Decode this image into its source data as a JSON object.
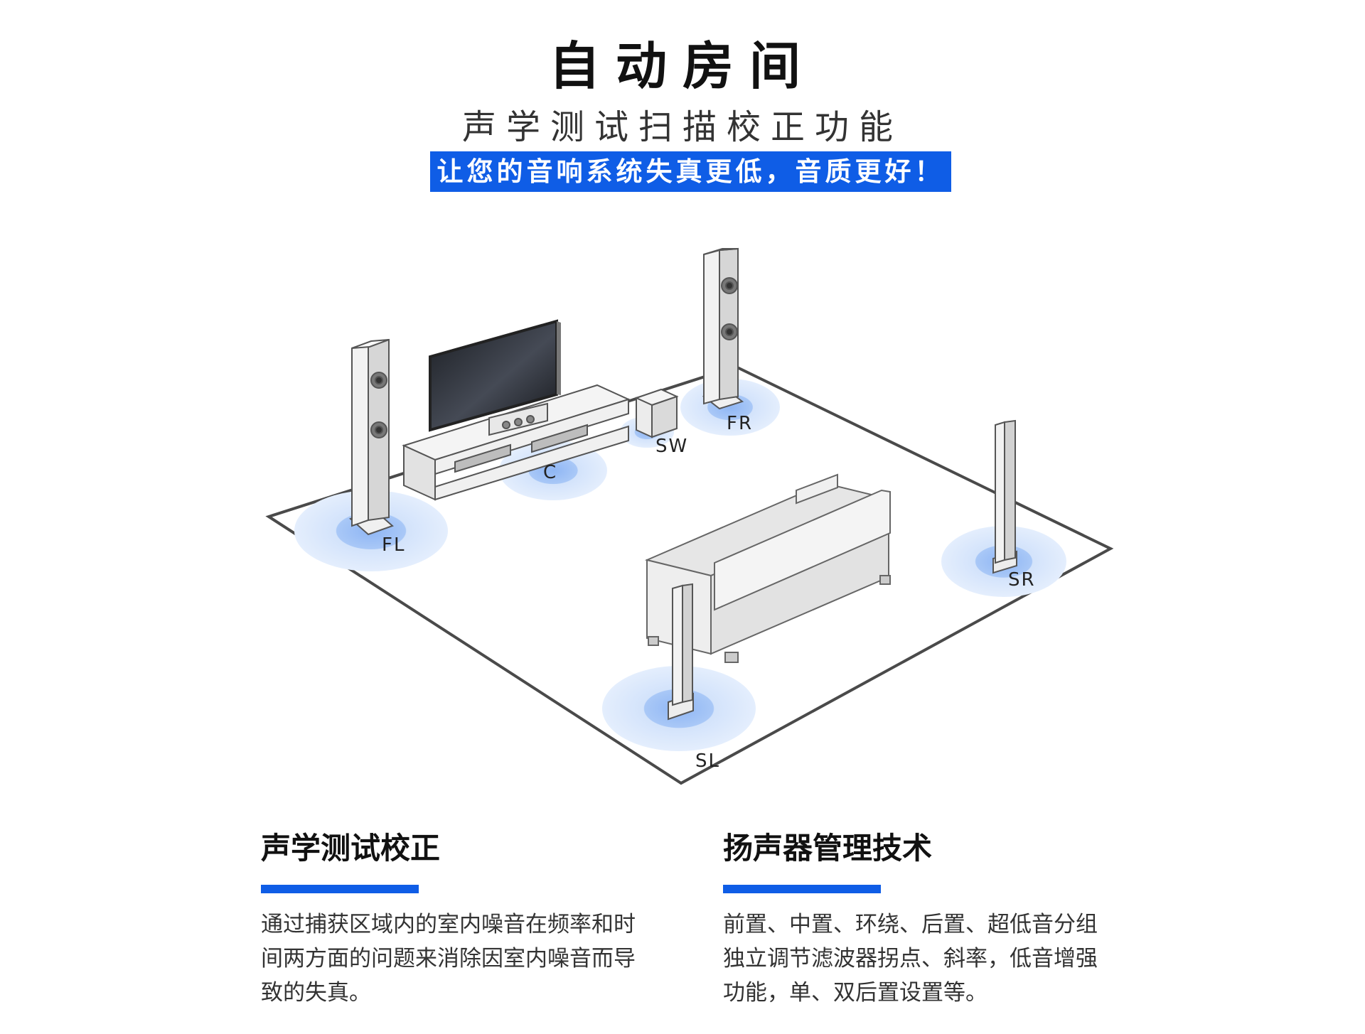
{
  "header": {
    "title": "自动房间",
    "subtitle": "声学测试扫描校正功能",
    "banner": "让您的音响系统失真更低，音质更好！"
  },
  "speakers": {
    "fl": "FL",
    "c": "C",
    "sw": "SW",
    "fr": "FR",
    "sr": "SR",
    "sl": "SL"
  },
  "features": [
    {
      "title": "声学测试校正",
      "text": "通过捕获区域内的室内噪音在频率和时间两方面的问题来消除因室内噪音而导致的失真。"
    },
    {
      "title": "扬声器管理技术",
      "text": "前置、中置、环绕、后置、超低音分组独立调节滤波器拐点、斜率，低音增强功能，单、双后置设置等。"
    }
  ],
  "colors": {
    "accent": "#0f5de6",
    "zone_outer": "#cfe0fb",
    "zone_inner": "#9fc2f6"
  }
}
